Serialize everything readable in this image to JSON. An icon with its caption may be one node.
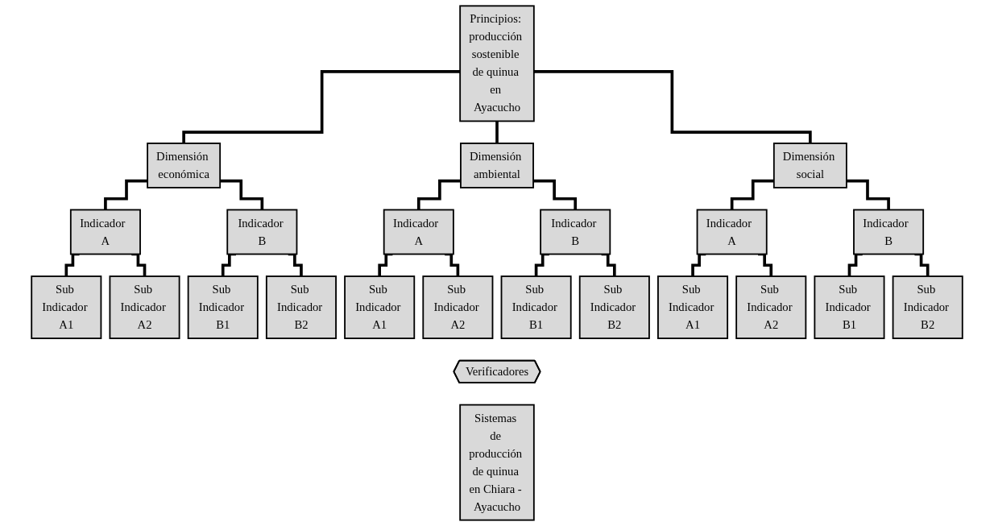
{
  "diagram": {
    "nodes": [
      {
        "text": [
          "Principios: producción sostenible de quinua en Ayacucho"
        ]
      },
      {
        "text": [
          "Dimensión económica"
        ]
      },
      {
        "text": [
          "Dimensión ambiental"
        ]
      },
      {
        "text": [
          "Dimensión social"
        ]
      },
      {
        "text": [
          "Indicador  A"
        ]
      },
      {
        "text": [
          "Indicador B"
        ]
      },
      {
        "text": [
          "Indicador  A"
        ]
      },
      {
        "text": [
          "Indicador B"
        ]
      },
      {
        "text": [
          "Indicador  A"
        ]
      },
      {
        "text": [
          "Indicador  B"
        ]
      },
      {
        "text": [
          "Sub Indicador A1"
        ]
      },
      {
        "text": [
          "Sub Indicador A2"
        ]
      },
      {
        "text": [
          "Sub Indicador B1"
        ]
      },
      {
        "text": [
          "Sub Indicador B2"
        ]
      },
      {
        "text": [
          "Sub Indicador A1"
        ]
      },
      {
        "text": [
          "Sub Indicador A2"
        ]
      },
      {
        "text": [
          "Sub Indicador B1"
        ]
      },
      {
        "text": [
          "Sub Indicador B2"
        ]
      },
      {
        "text": [
          "Sub Indicador A1"
        ]
      },
      {
        "text": [
          "Sub Indicador A2"
        ]
      },
      {
        "text": [
          "Sub Indicador B1"
        ]
      },
      {
        "text": [
          "Sub Indicador B2"
        ]
      },
      {
        "text": [
          "Verificadores"
        ]
      },
      {
        "text": [
          "Sistemas de producción de quinua en Chiara - Ayacucho"
        ]
      }
    ],
    "edges": [
      {
        "from": 0,
        "to": 1,
        "arrow": "none"
      },
      {
        "from": 0,
        "to": 2,
        "arrow": "none"
      },
      {
        "from": 0,
        "to": 3,
        "arrow": "none"
      },
      {
        "from": 1,
        "to": 4,
        "arrow": "none"
      },
      {
        "from": 1,
        "to": 5,
        "arrow": "none"
      },
      {
        "from": 2,
        "to": 6,
        "arrow": "none"
      },
      {
        "from": 2,
        "to": 7,
        "arrow": "none"
      },
      {
        "from": 3,
        "to": 8,
        "arrow": "none"
      },
      {
        "from": 3,
        "to": 9,
        "arrow": "none"
      },
      {
        "from": 4,
        "to": 10,
        "arrow": "none"
      },
      {
        "from": 4,
        "to": 11,
        "arrow": "none"
      },
      {
        "from": 5,
        "to": 12,
        "arrow": "none"
      },
      {
        "from": 5,
        "to": 13,
        "arrow": "none"
      },
      {
        "from": 6,
        "to": 14,
        "arrow": "none"
      },
      {
        "from": 6,
        "to": 15,
        "arrow": "none"
      },
      {
        "from": 7,
        "to": 16,
        "arrow": "none"
      },
      {
        "from": 7,
        "to": 17,
        "arrow": "none"
      },
      {
        "from": 8,
        "to": 18,
        "arrow": "none"
      },
      {
        "from": 8,
        "to": 19,
        "arrow": "none"
      },
      {
        "from": 9,
        "to": 20,
        "arrow": "none"
      },
      {
        "from": 9,
        "to": 21,
        "arrow": "none"
      }
    ]
  }
}
